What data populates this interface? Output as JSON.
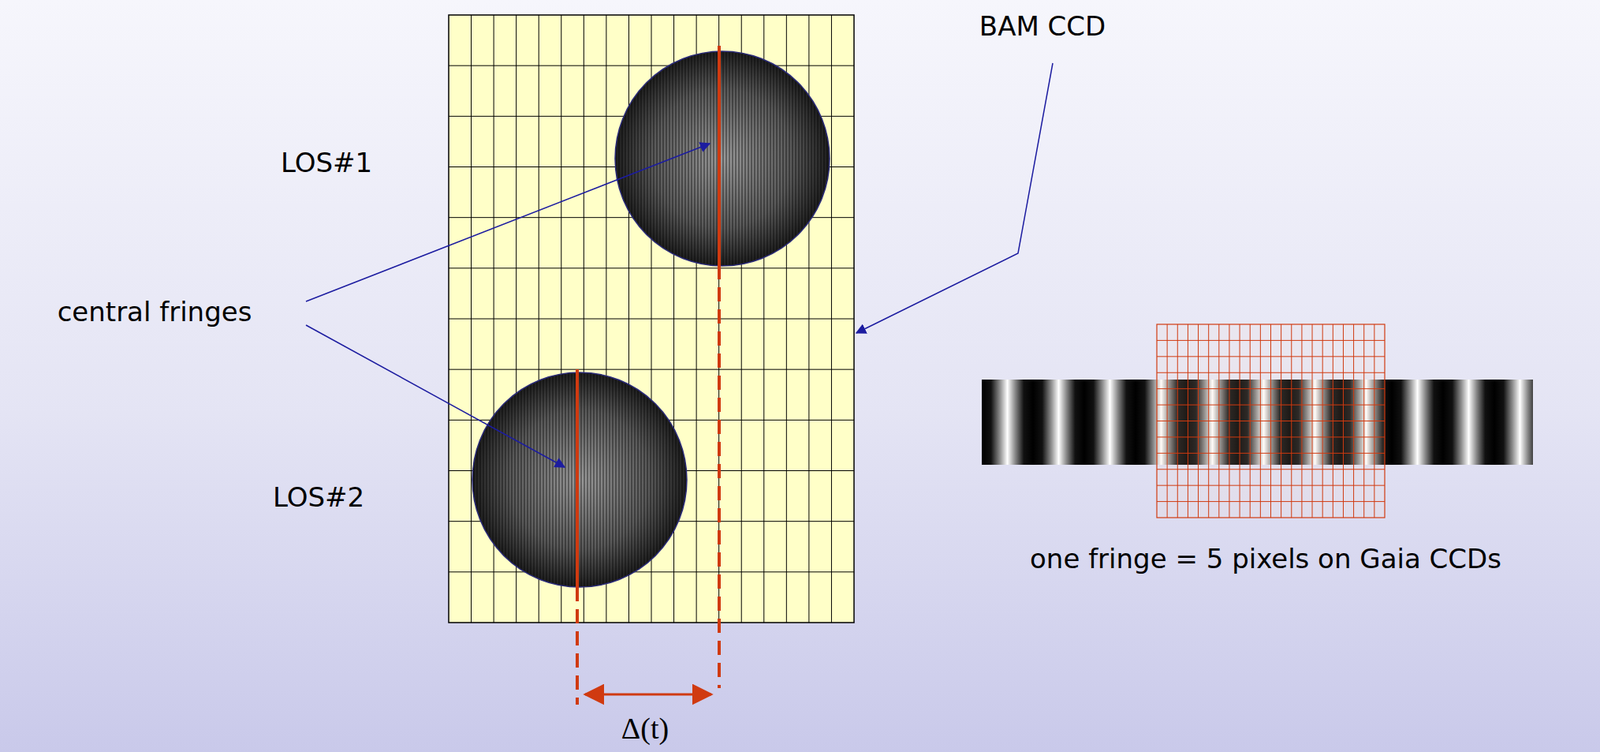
{
  "diagram": {
    "labels": [
      "BAM CCD",
      "LOS#1",
      "central fringes",
      "LOS#2",
      "one fringe = 5 pixels on Gaia CCDs",
      "Δ(t)"
    ]
  }
}
